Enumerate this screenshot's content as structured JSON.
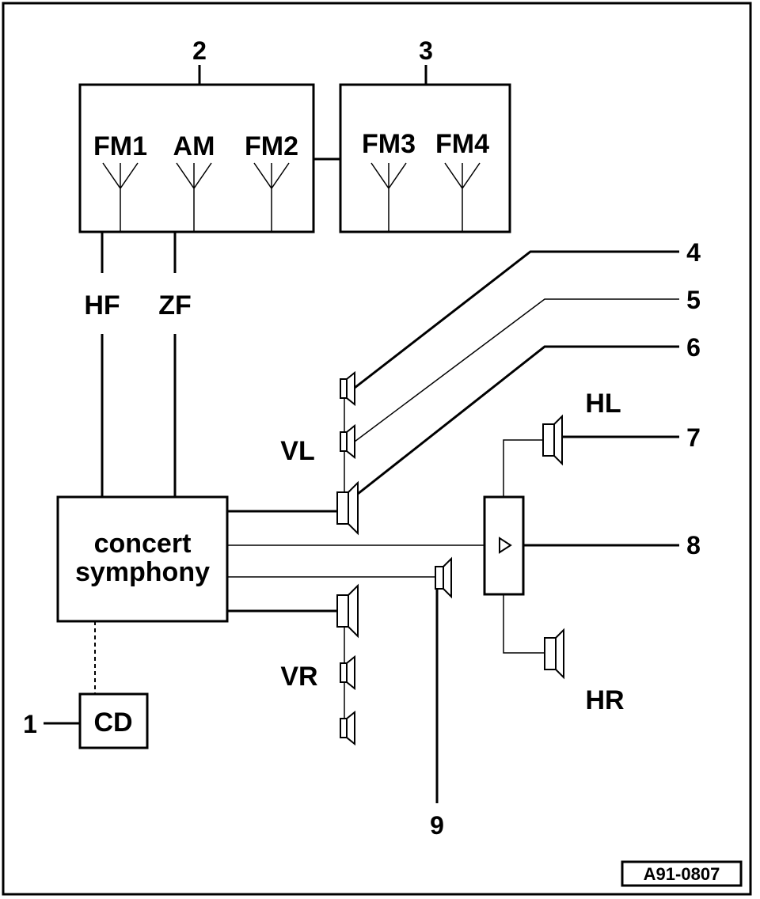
{
  "callouts": {
    "n1": "1",
    "n2": "2",
    "n3": "3",
    "n4": "4",
    "n5": "5",
    "n6": "6",
    "n7": "7",
    "n8": "8",
    "n9": "9"
  },
  "antenna_box_left": {
    "fm1": "FM1",
    "am": "AM",
    "fm2": "FM2"
  },
  "antenna_box_right": {
    "fm3": "FM3",
    "fm4": "FM4"
  },
  "signals": {
    "hf": "HF",
    "zf": "ZF"
  },
  "head_unit": {
    "line1": "concert",
    "line2": "symphony"
  },
  "cd_changer": {
    "label": "CD"
  },
  "speaker_groups": {
    "vl": "VL",
    "vr": "VR",
    "hl": "HL",
    "hr": "HR"
  },
  "figure_id": "A91-0807"
}
